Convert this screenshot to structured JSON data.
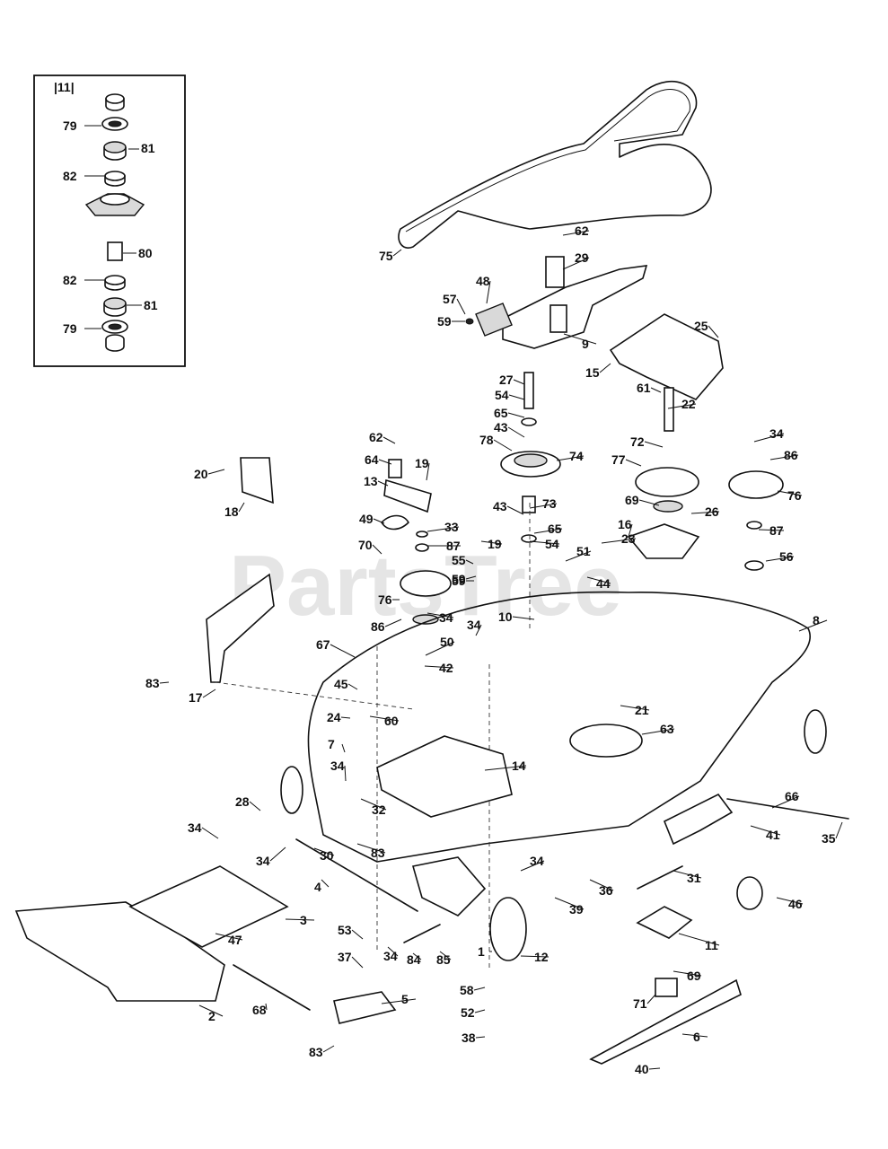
{
  "inset": {
    "label": "|11|",
    "callouts": [
      "79",
      "81",
      "82",
      "80",
      "82",
      "81",
      "79"
    ]
  },
  "watermark": "PartsTree",
  "callouts": [
    "75",
    "62",
    "29",
    "48",
    "57",
    "59",
    "9",
    "25",
    "15",
    "27",
    "54",
    "65",
    "43",
    "78",
    "74",
    "61",
    "22",
    "34",
    "86",
    "76",
    "62",
    "64",
    "19",
    "13",
    "20",
    "18",
    "72",
    "77",
    "69",
    "26",
    "87",
    "56",
    "49",
    "33",
    "87",
    "70",
    "43",
    "73",
    "65",
    "54",
    "19",
    "55",
    "59",
    "59",
    "51",
    "23",
    "16",
    "76",
    "86",
    "34",
    "44",
    "10",
    "8",
    "67",
    "50",
    "42",
    "34",
    "17",
    "83",
    "45",
    "24",
    "60",
    "7",
    "21",
    "63",
    "34",
    "14",
    "32",
    "28",
    "34",
    "30",
    "83",
    "34",
    "66",
    "41",
    "35",
    "4",
    "3",
    "47",
    "34",
    "39",
    "36",
    "31",
    "46",
    "53",
    "37",
    "34",
    "84",
    "85",
    "1",
    "12",
    "11",
    "69",
    "58",
    "52",
    "38",
    "71",
    "6",
    "40",
    "2",
    "68",
    "5",
    "83"
  ]
}
